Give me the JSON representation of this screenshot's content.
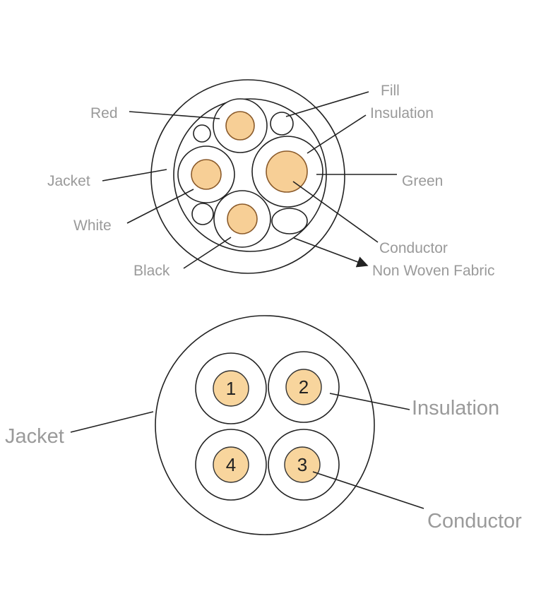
{
  "diagram_top": {
    "title": "Five-core cable cross-section",
    "labels": {
      "red": "Red",
      "fill": "Fill",
      "insulation": "Insulation",
      "jacket": "Jacket",
      "green": "Green",
      "white": "White",
      "conductor": "Conductor",
      "black": "Black",
      "non_woven_fabric": "Non Woven Fabric"
    }
  },
  "diagram_bottom": {
    "title": "Four-core cable cross-section",
    "cores": [
      "1",
      "2",
      "3",
      "4"
    ],
    "labels": {
      "jacket": "Jacket",
      "insulation": "Insulation",
      "conductor": "Conductor"
    }
  },
  "colors": {
    "conductor": "#f7cf96",
    "label": "#9a9a9a",
    "line": "#222222"
  }
}
